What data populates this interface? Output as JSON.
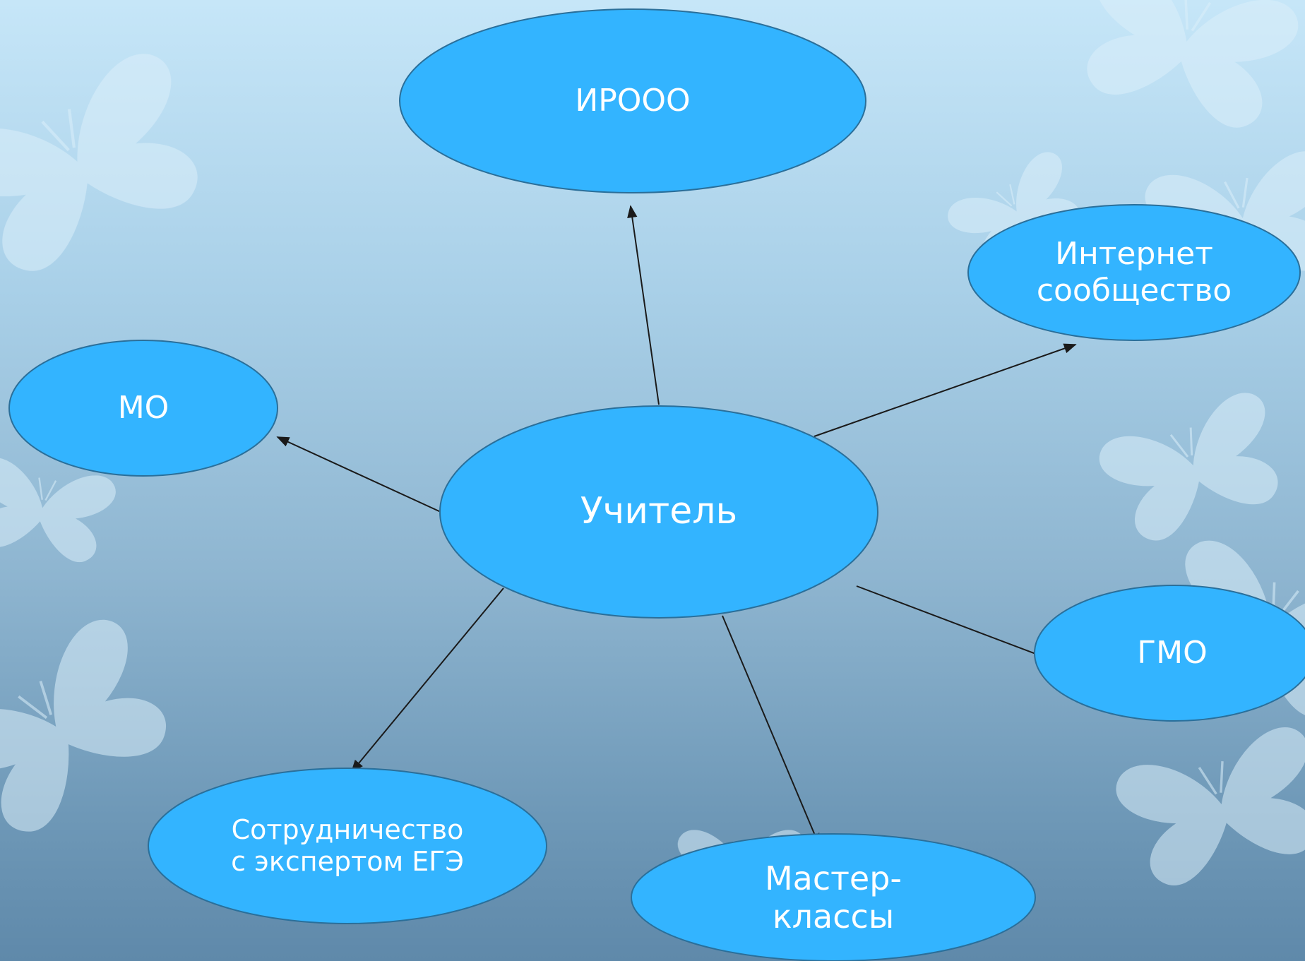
{
  "colors": {
    "node_fill": "#33b4ff",
    "node_stroke": "#2a6f9a",
    "arrow": "#1a1a1a",
    "text": "#ffffff"
  },
  "diagram": {
    "nodes": {
      "center": "Учитель",
      "irooo": "ИРООО",
      "internet": "Интернет\nсообщество",
      "mo": "МО",
      "gmo": "ГМО",
      "expert": "Сотрудничество\nс экспертом ЕГЭ",
      "masters": "Мастер-\nклассы"
    }
  }
}
